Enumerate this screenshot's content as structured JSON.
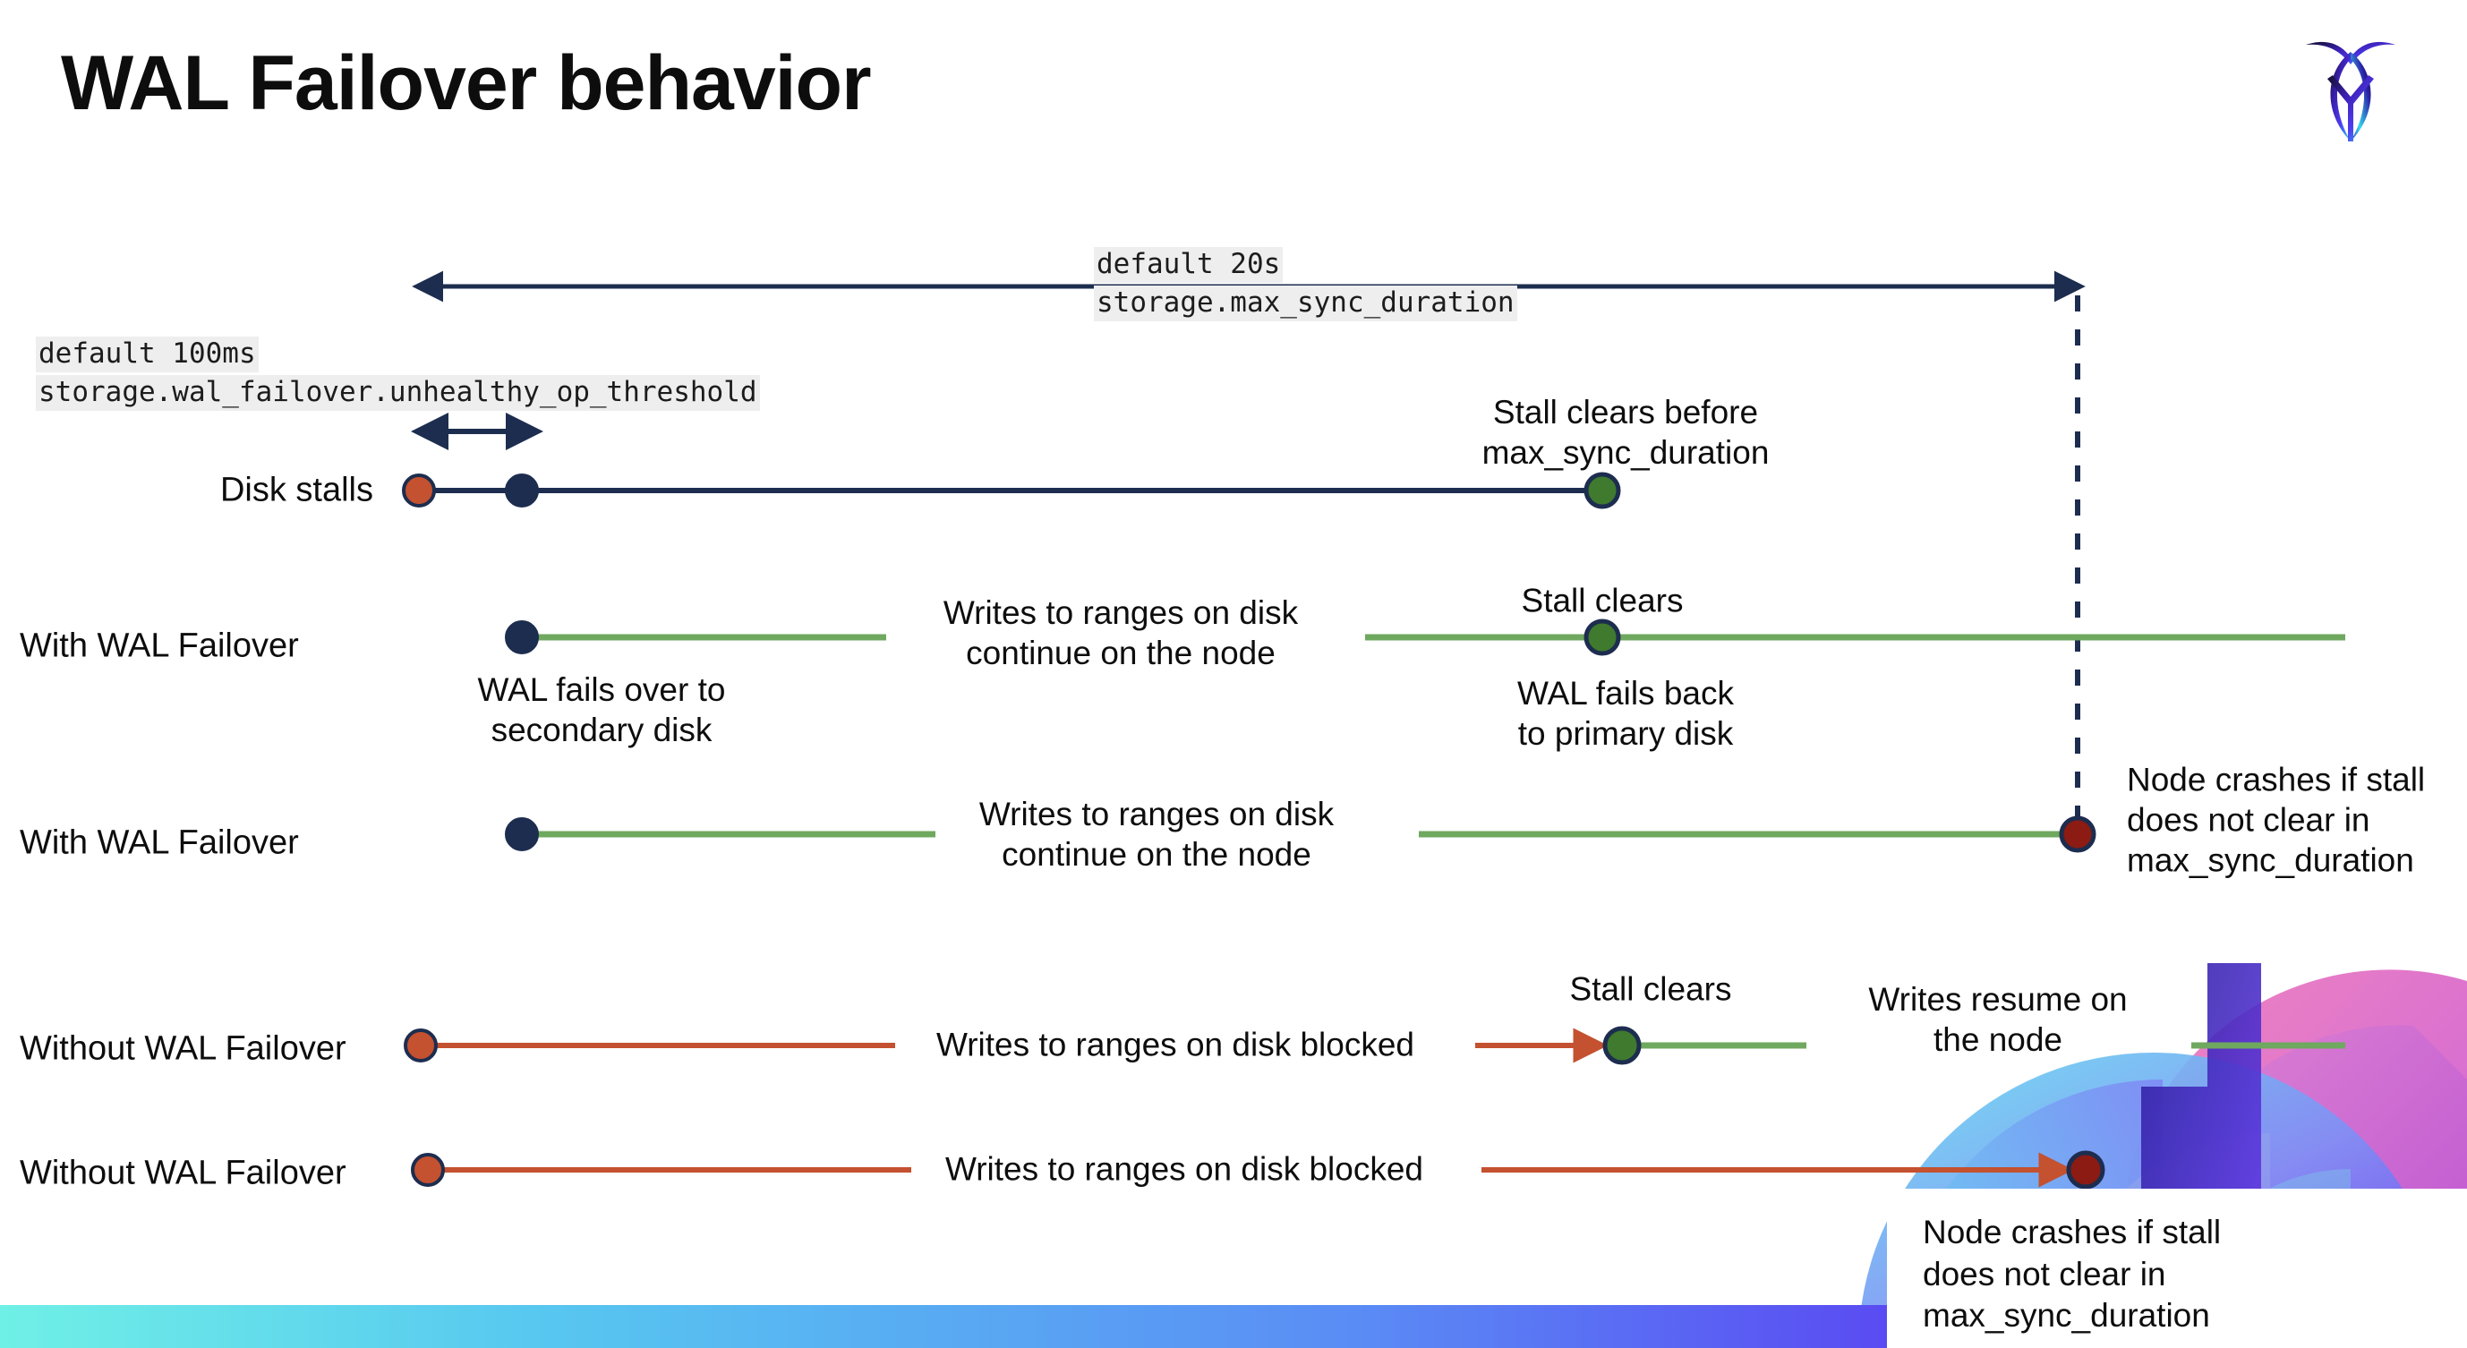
{
  "slide": {
    "title": "WAL Failover behavior",
    "logo_name": "cockroachdb-logo"
  },
  "colors": {
    "navy": "#1d2d4f",
    "green_line": "#6fa85f",
    "green_dot": "#3f7a2e",
    "orange": "#c4512f",
    "dark_red": "#8c1b13",
    "code_bg": "#eeeeee",
    "text": "#0d0d0d",
    "bar_gradient_start": "#6ff0e6",
    "bar_gradient_end": "#6a3df0"
  },
  "scales": {
    "max_sync": {
      "default_label": "default 20s",
      "setting_label": "storage.max_sync_duration"
    },
    "unhealthy_op": {
      "default_label": "default 100ms",
      "setting_label": "storage.wal_failover.unhealthy_op_threshold"
    }
  },
  "rows": [
    {
      "label": "Disk stalls",
      "annotations": [
        "Stall clears before\nmax_sync_duration"
      ]
    },
    {
      "label": "With WAL Failover",
      "annotations": [
        "Writes to ranges on disk\ncontinue on the node",
        "WAL fails over to\nsecondary disk",
        "Stall clears",
        "WAL fails  back\nto primary disk"
      ]
    },
    {
      "label": "With WAL Failover",
      "annotations": [
        "Writes to ranges on disk\ncontinue on the node",
        "Node crashes if stall\ndoes not clear in\nmax_sync_duration"
      ]
    },
    {
      "label": "Without WAL Failover",
      "annotations": [
        "Writes to ranges on disk  blocked",
        "Stall clears",
        "Writes resume on\nthe node"
      ]
    },
    {
      "label": "Without WAL Failover",
      "annotations": [
        "Writes to ranges on disk  blocked",
        "Node crashes if stall\ndoes not clear in\nmax_sync_duration"
      ]
    }
  ],
  "markers": {
    "stall_start": "stall-start-marker",
    "failover_start": "failover-start-marker",
    "stall_clear": "stall-clear-marker",
    "node_crash": "node-crash-marker"
  }
}
